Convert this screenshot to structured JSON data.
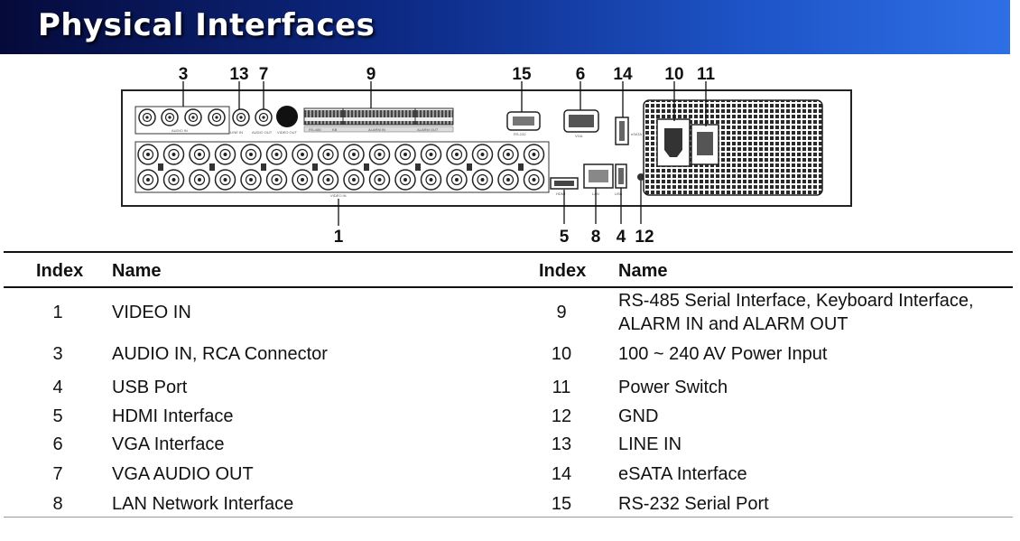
{
  "page": {
    "title": "Physical Interfaces"
  },
  "diagram": {
    "callouts_top": [
      "3",
      "13",
      "7",
      "9",
      "15",
      "6",
      "14",
      "10",
      "11"
    ],
    "callouts_bottom": [
      "1",
      "5",
      "8",
      "4",
      "12"
    ],
    "panel_labels": {
      "audio_in": "AUDIO IN",
      "line_in": "LINE IN",
      "audio_out": "AUDIO OUT",
      "video_out": "VIDEO OUT",
      "rs485": "RS-485",
      "kb": "KB",
      "alarm_in": "ALARM IN",
      "alarm_out": "ALARM OUT",
      "rs232": "RS-232",
      "vga": "VGA",
      "esata": "eSATA",
      "video_in": "VIDEO IN",
      "hdmi": "HDMI",
      "lan": "LAN",
      "usb": "USB"
    }
  },
  "table": {
    "headers": {
      "index": "Index",
      "name": "Name"
    },
    "left": [
      {
        "index": "1",
        "name": "VIDEO IN"
      },
      {
        "index": "3",
        "name": "AUDIO IN, RCA Connector"
      },
      {
        "index": "4",
        "name": "USB Port"
      },
      {
        "index": "5",
        "name": "HDMI Interface"
      },
      {
        "index": "6",
        "name": "VGA Interface"
      },
      {
        "index": "7",
        "name": "VGA AUDIO OUT"
      },
      {
        "index": "8",
        "name": "LAN Network Interface"
      }
    ],
    "right": [
      {
        "index": "9",
        "name": "RS-485 Serial Interface, Keyboard Interface, ALARM IN and ALARM OUT"
      },
      {
        "index": "10",
        "name": "100 ~ 240 AV Power Input"
      },
      {
        "index": "11",
        "name": "Power Switch"
      },
      {
        "index": "12",
        "name": "GND"
      },
      {
        "index": "13",
        "name": "LINE IN"
      },
      {
        "index": "14",
        "name": "eSATA Interface"
      },
      {
        "index": "15",
        "name": "RS-232 Serial Port"
      }
    ]
  }
}
